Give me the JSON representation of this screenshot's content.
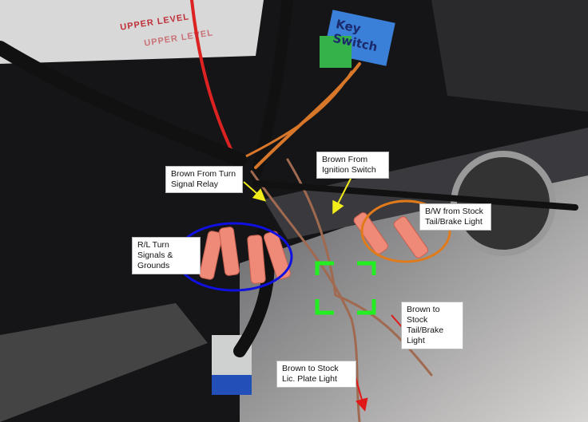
{
  "photo": {
    "battery_marking": "UPPER LEVEL",
    "battery_marking_2": "UPPER LEVEL",
    "tape_handwriting": "Key Switch"
  },
  "annotations": {
    "turn_signal_relay": "Brown From Turn Signal Relay",
    "ignition_switch": "Brown From Ignition Switch",
    "bw_stock_tail": "B/W from Stock Tail/Brake Light",
    "rl_turn_signals": "R/L Turn Signals & Grounds",
    "brown_to_tail": "Brown to Stock Tail/Brake Light",
    "brown_to_lic": "Brown to Stock Lic. Plate Light"
  },
  "colors": {
    "blue_circle": "#1010e0",
    "orange_circle": "#e07a1a",
    "green_box": "#22ee22",
    "yellow_arrow": "#f2ec1a",
    "red_arrow": "#e01818"
  }
}
